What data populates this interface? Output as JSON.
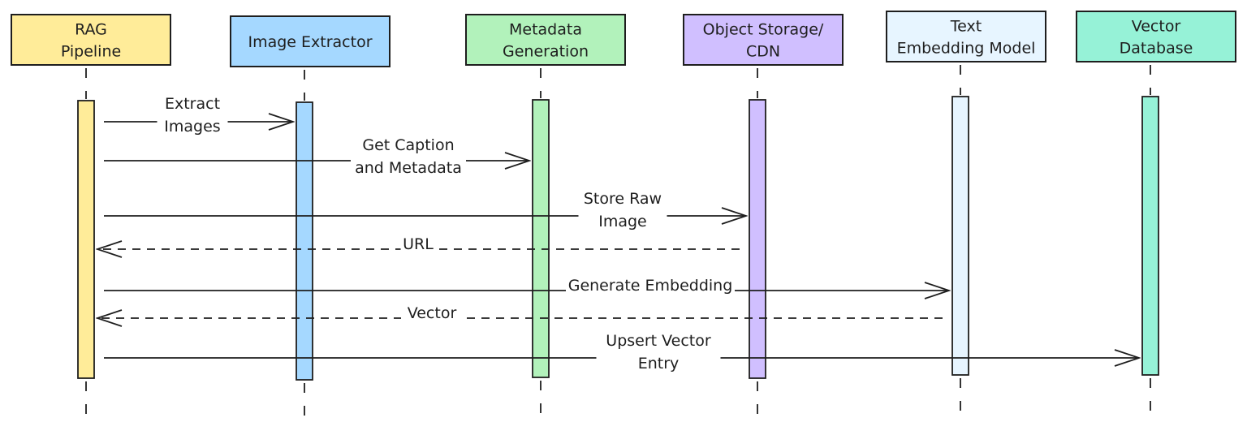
{
  "diagram": {
    "type": "sequence",
    "participants": [
      {
        "id": "rag",
        "lines": [
          "RAG",
          "Pipeline"
        ],
        "color": "#ffec99"
      },
      {
        "id": "extractor",
        "lines": [
          "Image Extractor"
        ],
        "color": "#a5d8ff"
      },
      {
        "id": "metadata",
        "lines": [
          "Metadata",
          "Generation"
        ],
        "color": "#b2f2bb"
      },
      {
        "id": "storage",
        "lines": [
          "Object Storage/",
          "CDN"
        ],
        "color": "#d0bfff"
      },
      {
        "id": "embedding",
        "lines": [
          "Text",
          "Embedding Model"
        ],
        "color": "#e7f5ff"
      },
      {
        "id": "vectordb",
        "lines": [
          "Vector",
          "Database"
        ],
        "color": "#96f2d7"
      }
    ],
    "messages": [
      {
        "from": "rag",
        "to": "extractor",
        "lines": [
          "Extract",
          "Images"
        ],
        "style": "solid"
      },
      {
        "from": "rag",
        "to": "metadata",
        "lines": [
          "Get Caption",
          "and Metadata"
        ],
        "style": "solid"
      },
      {
        "from": "rag",
        "to": "storage",
        "lines": [
          "Store Raw",
          "Image"
        ],
        "style": "solid"
      },
      {
        "from": "storage",
        "to": "rag",
        "lines": [
          "URL"
        ],
        "style": "dashed"
      },
      {
        "from": "rag",
        "to": "embedding",
        "lines": [
          "Generate Embedding"
        ],
        "style": "solid"
      },
      {
        "from": "embedding",
        "to": "rag",
        "lines": [
          "Vector"
        ],
        "style": "dashed"
      },
      {
        "from": "rag",
        "to": "vectordb",
        "lines": [
          "Upsert Vector",
          "Entry"
        ],
        "style": "solid"
      }
    ]
  }
}
